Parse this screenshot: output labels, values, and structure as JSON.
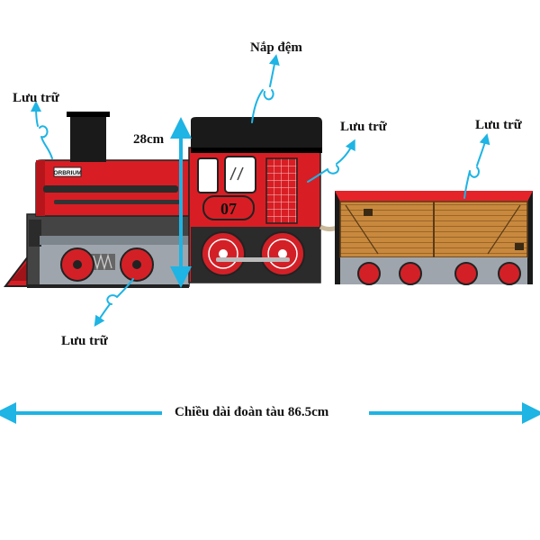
{
  "labels": {
    "cushion_lid": "Nắp đệm",
    "storage_chimney": "Lưu trữ",
    "storage_cab": "Lưu trữ",
    "storage_wagon": "Lưu trữ",
    "storage_bottom": "Lưu trữ",
    "height": "28cm",
    "total_length": "Chiều dài đoàn tàu 86.5cm"
  },
  "train": {
    "brand_plate": "ORBRIUM",
    "number_plate": "07"
  },
  "colors": {
    "accent_cyan": "#1EB4E4",
    "locomotive_red": "#D81E24",
    "wagon_wood": "#C8893E",
    "wagon_red_interior": "#E5242A",
    "black_lid": "#1A1A1A",
    "chassis_grey": "#9EA5AD",
    "wheel_red": "#D32027"
  }
}
